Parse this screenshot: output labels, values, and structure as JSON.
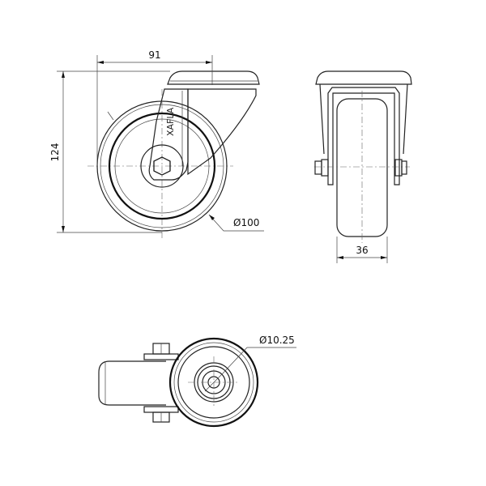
{
  "drawing": {
    "dimensions": {
      "offset": "91",
      "height": "124",
      "wheel_diameter": "Ø100",
      "wheel_width": "36",
      "bore_diameter": "Ø10.25"
    },
    "logo_text": "XAFLA"
  }
}
